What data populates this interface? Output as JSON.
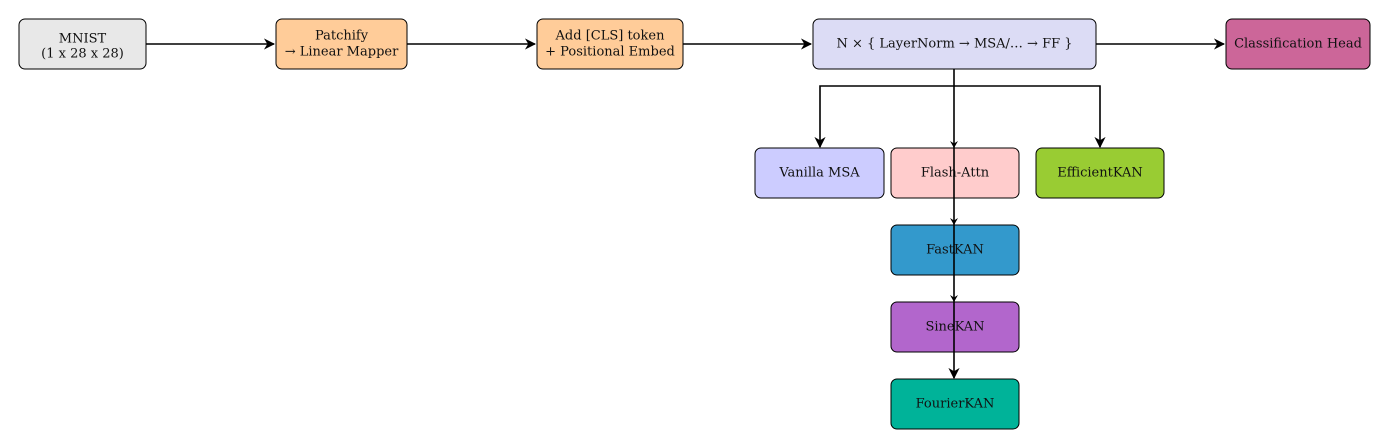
{
  "nodes": {
    "mnist": {
      "line1": "MNIST",
      "line2": "(1 x 28 x 28)",
      "color": "#e8e8e8"
    },
    "patchify": {
      "line1": "Patchify",
      "line2": "→ Linear Mapper",
      "color": "#ffcc99"
    },
    "cls": {
      "line1": "Add [CLS] token",
      "line2": "+ Positional Embed",
      "color": "#ffcc99"
    },
    "encoder": {
      "label": "N × { LayerNorm → MSA/… → FF }",
      "color": "#dcdcf5"
    },
    "head": {
      "label": "Classification Head",
      "color": "#cc6699"
    },
    "vanilla_msa": {
      "label": "Vanilla MSA",
      "color": "#ccccff"
    },
    "flash_attn": {
      "label": "Flash-Attn",
      "color": "#ffcccc"
    },
    "efficient_kan": {
      "label": "EfficientKAN",
      "color": "#99cc33"
    },
    "fast_kan": {
      "label": "FastKAN",
      "color": "#3399cc"
    },
    "sine_kan": {
      "label": "SineKAN",
      "color": "#b266cc"
    },
    "fourier_kan": {
      "label": "FourierKAN",
      "color": "#00b399"
    }
  }
}
